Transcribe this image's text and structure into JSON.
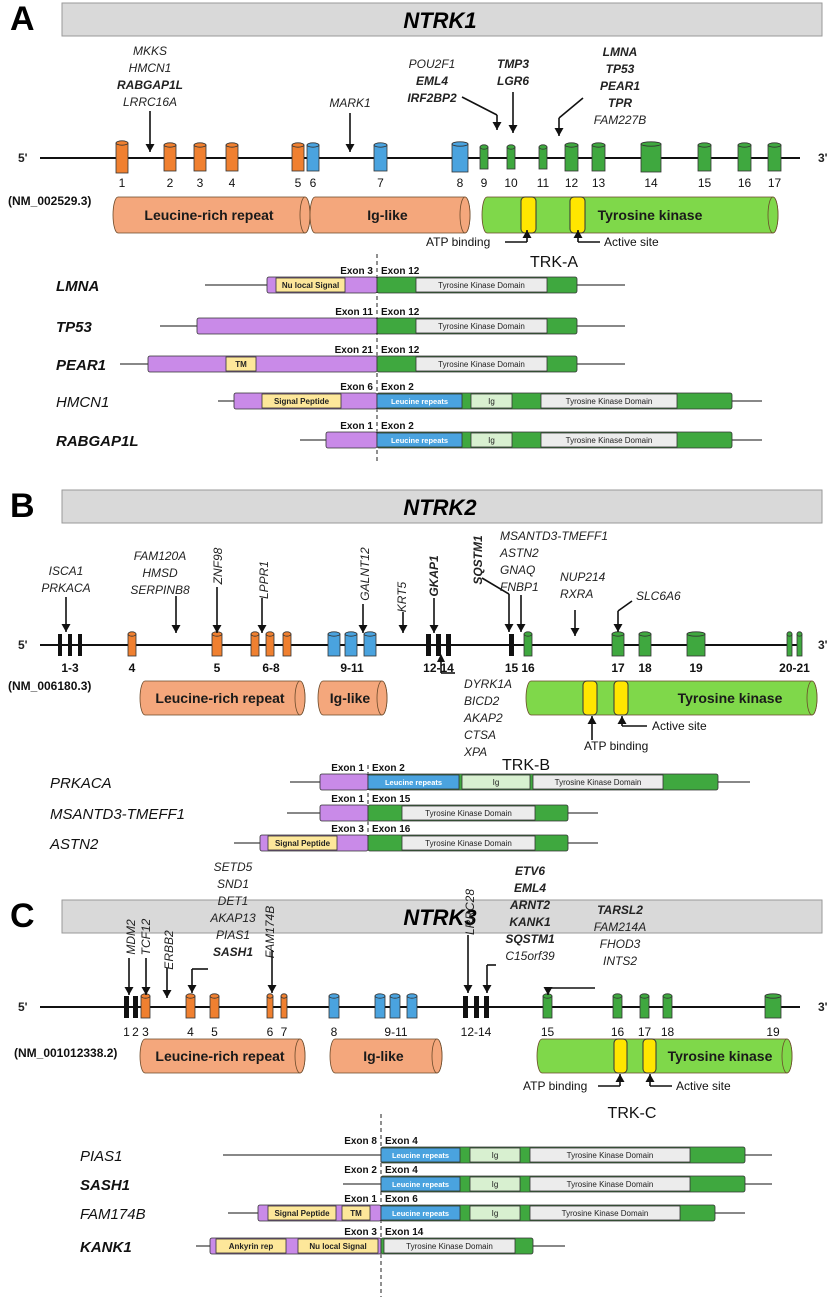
{
  "colors": {
    "lrr": "#f4a77c",
    "lrr_exon": "#f08030",
    "ig": "#4aa3df",
    "tk_light": "#7fd84a",
    "tk_dark": "#3fa83f",
    "partner": "#c98ae8",
    "pale_yellow": "#fde79a",
    "ig_box": "#d8f0d0",
    "kinase_box": "#ececec",
    "header": "#d9d9d9",
    "marker": "#ffe600"
  },
  "panels": [
    {
      "letter": "A",
      "gene": "NTRK1",
      "refseq": "(NM_002529.3)",
      "exons": [
        {
          "n": "1",
          "c": "o"
        },
        {
          "n": "2",
          "c": "o"
        },
        {
          "n": "3",
          "c": "o"
        },
        {
          "n": "4",
          "c": "o"
        },
        {
          "n": "5",
          "c": "o"
        },
        {
          "n": "6",
          "c": "b"
        },
        {
          "n": "7",
          "c": "b"
        },
        {
          "n": "8",
          "c": "b"
        },
        {
          "n": "9",
          "c": "g"
        },
        {
          "n": "10",
          "c": "g"
        },
        {
          "n": "11",
          "c": "g"
        },
        {
          "n": "12",
          "c": "g"
        },
        {
          "n": "13",
          "c": "g"
        },
        {
          "n": "14",
          "c": "g"
        },
        {
          "n": "15",
          "c": "g"
        },
        {
          "n": "16",
          "c": "g"
        },
        {
          "n": "17",
          "c": "g"
        }
      ],
      "partner_groups": [
        {
          "lines": [
            {
              "t": "MKKS",
              "b": false
            },
            {
              "t": "HMCN1",
              "b": false
            },
            {
              "t": "RABGAP1L",
              "b": true
            },
            {
              "t": "LRRC16A",
              "b": false
            }
          ]
        },
        {
          "lines": [
            {
              "t": "MARK1",
              "b": false
            }
          ]
        },
        {
          "lines": [
            {
              "t": "POU2F1",
              "b": false
            },
            {
              "t": "EML4",
              "b": true
            },
            {
              "t": "IRF2BP2",
              "b": true
            }
          ]
        },
        {
          "lines": [
            {
              "t": "TMP3",
              "b": true
            },
            {
              "t": "LGR6",
              "b": true
            }
          ]
        },
        {
          "lines": [
            {
              "t": "LMNA",
              "b": true
            },
            {
              "t": "TP53",
              "b": true
            },
            {
              "t": "PEAR1",
              "b": true
            },
            {
              "t": "TPR",
              "b": true
            },
            {
              "t": "FAM227B",
              "b": false
            }
          ]
        }
      ],
      "domains": {
        "lrr": "Leucine-rich repeat",
        "ig": "Ig-like",
        "tk": "Tyrosine kinase"
      },
      "markers": {
        "atp": "ATP binding",
        "active": "Active site"
      },
      "trk_label": "TRK-A",
      "fusions": [
        {
          "partner": "LMNA",
          "bold": true,
          "ex5": "Exon 3",
          "ex3": "Exon 12",
          "p5": [
            {
              "t": "Nu local Signal",
              "k": "y"
            }
          ],
          "p3": [
            {
              "t": "Tyrosine Kinase Domain",
              "k": "k"
            }
          ]
        },
        {
          "partner": "TP53",
          "bold": true,
          "ex5": "Exon 11",
          "ex3": "Exon 12",
          "p5": [],
          "p3": [
            {
              "t": "Tyrosine Kinase Domain",
              "k": "k"
            }
          ]
        },
        {
          "partner": "PEAR1",
          "bold": true,
          "ex5": "Exon 21",
          "ex3": "Exon 12",
          "p5": [
            {
              "t": "TM",
              "k": "y"
            }
          ],
          "p3": [
            {
              "t": "Tyrosine Kinase Domain",
              "k": "k"
            }
          ]
        },
        {
          "partner": "HMCN1",
          "bold": false,
          "ex5": "Exon 6",
          "ex3": "Exon 2",
          "p5": [
            {
              "t": "Signal Peptide",
              "k": "y"
            }
          ],
          "p3": [
            {
              "t": "Leucine repeats",
              "k": "b"
            },
            {
              "t": "Ig",
              "k": "i"
            },
            {
              "t": "Tyrosine Kinase Domain",
              "k": "k"
            }
          ]
        },
        {
          "partner": "RABGAP1L",
          "bold": true,
          "ex5": "Exon 1",
          "ex3": "Exon 2",
          "p5": [],
          "p3": [
            {
              "t": "Leucine repeats",
              "k": "b"
            },
            {
              "t": "Ig",
              "k": "i"
            },
            {
              "t": "Tyrosine Kinase Domain",
              "k": "k"
            }
          ]
        }
      ]
    },
    {
      "letter": "B",
      "gene": "NTRK2",
      "refseq": "(NM_006180.3)",
      "exons": [
        {
          "n": "1-3",
          "c": "k"
        },
        {
          "n": "4",
          "c": "o"
        },
        {
          "n": "5",
          "c": "o"
        },
        {
          "n": "6-8",
          "c": "o"
        },
        {
          "n": "9-11",
          "c": "b"
        },
        {
          "n": "12-14",
          "c": "k"
        },
        {
          "n": "15",
          "c": "k"
        },
        {
          "n": "16",
          "c": "g"
        },
        {
          "n": "17",
          "c": "g"
        },
        {
          "n": "18",
          "c": "g"
        },
        {
          "n": "19",
          "c": "g"
        },
        {
          "n": "20-21",
          "c": "g"
        }
      ],
      "partner_groups": [
        {
          "lines": [
            {
              "t": "ISCA1",
              "b": false
            },
            {
              "t": "PRKACA",
              "b": false
            }
          ]
        },
        {
          "lines": [
            {
              "t": "FAM120A",
              "b": false
            },
            {
              "t": "HMSD",
              "b": false
            },
            {
              "t": "SERPINB8",
              "b": false
            }
          ]
        },
        {
          "lines": [
            {
              "t": "ZNF98",
              "b": false
            }
          ]
        },
        {
          "lines": [
            {
              "t": "LPPR1",
              "b": false
            }
          ]
        },
        {
          "lines": [
            {
              "t": "GALNT12",
              "b": false
            }
          ]
        },
        {
          "lines": [
            {
              "t": "KRT5",
              "b": false
            }
          ]
        },
        {
          "lines": [
            {
              "t": "GKAP1",
              "b": true
            }
          ]
        },
        {
          "lines": [
            {
              "t": "SQSTM1",
              "b": true
            }
          ]
        },
        {
          "lines": [
            {
              "t": "MSANTD3-TMEFF1",
              "b": false
            },
            {
              "t": "ASTN2",
              "b": false
            },
            {
              "t": "GNAQ",
              "b": false
            },
            {
              "t": "FNBP1",
              "b": false
            }
          ]
        },
        {
          "lines": [
            {
              "t": "NUP214",
              "b": false
            },
            {
              "t": "RXRA",
              "b": false
            }
          ]
        },
        {
          "lines": [
            {
              "t": "SLC6A6",
              "b": false
            }
          ]
        },
        {
          "lines": [
            {
              "t": "DYRK1A",
              "b": false
            },
            {
              "t": "BICD2",
              "b": false
            },
            {
              "t": "AKAP2",
              "b": false
            },
            {
              "t": "CTSA",
              "b": false
            },
            {
              "t": "XPA",
              "b": false
            }
          ]
        }
      ],
      "domains": {
        "lrr": "Leucine-rich repeat",
        "ig": "Ig-like",
        "tk": "Tyrosine kinase"
      },
      "markers": {
        "atp": "ATP binding",
        "active": "Active site"
      },
      "trk_label": "TRK-B",
      "fusions": [
        {
          "partner": "PRKACA",
          "bold": false,
          "ex5": "Exon 1",
          "ex3": "Exon 2",
          "p5": [],
          "p3": [
            {
              "t": "Leucine repeats",
              "k": "b"
            },
            {
              "t": "Ig",
              "k": "i"
            },
            {
              "t": "Tyrosine Kinase Domain",
              "k": "k"
            }
          ]
        },
        {
          "partner": "MSANTD3-TMEFF1",
          "bold": false,
          "ex5": "Exon 1",
          "ex3": "Exon 15",
          "p5": [],
          "p3": [
            {
              "t": "Tyrosine Kinase Domain",
              "k": "k"
            }
          ]
        },
        {
          "partner": "ASTN2",
          "bold": false,
          "ex5": "Exon 3",
          "ex3": "Exon 16",
          "p5": [
            {
              "t": "Signal Peptide",
              "k": "y"
            }
          ],
          "p3": [
            {
              "t": "Tyrosine Kinase Domain",
              "k": "k"
            }
          ]
        }
      ]
    },
    {
      "letter": "C",
      "gene": "NTRK3",
      "refseq": "(NM_001012338.2)",
      "exons": [
        {
          "n": "1",
          "c": "k"
        },
        {
          "n": "2",
          "c": "k"
        },
        {
          "n": "3",
          "c": "o"
        },
        {
          "n": "4",
          "c": "o"
        },
        {
          "n": "5",
          "c": "o"
        },
        {
          "n": "6",
          "c": "o"
        },
        {
          "n": "7",
          "c": "o"
        },
        {
          "n": "8",
          "c": "b"
        },
        {
          "n": "9-11",
          "c": "b"
        },
        {
          "n": "12-14",
          "c": "k"
        },
        {
          "n": "15",
          "c": "g"
        },
        {
          "n": "16",
          "c": "g"
        },
        {
          "n": "17",
          "c": "g"
        },
        {
          "n": "18",
          "c": "g"
        },
        {
          "n": "19",
          "c": "g"
        }
      ],
      "partner_groups": [
        {
          "lines": [
            {
              "t": "MDM2",
              "b": false
            }
          ]
        },
        {
          "lines": [
            {
              "t": "TCF12",
              "b": false
            }
          ]
        },
        {
          "lines": [
            {
              "t": "ERBB2",
              "b": false
            }
          ]
        },
        {
          "lines": [
            {
              "t": "SETD5",
              "b": false
            },
            {
              "t": "SND1",
              "b": false
            },
            {
              "t": "DET1",
              "b": false
            },
            {
              "t": "AKAP13",
              "b": false
            },
            {
              "t": "PIAS1",
              "b": false
            },
            {
              "t": "SASH1",
              "b": true
            }
          ]
        },
        {
          "lines": [
            {
              "t": "FAM174B",
              "b": false
            }
          ]
        },
        {
          "lines": [
            {
              "t": "LRRC28",
              "b": false
            }
          ]
        },
        {
          "lines": [
            {
              "t": "ETV6",
              "b": true
            },
            {
              "t": "EML4",
              "b": true
            },
            {
              "t": "ARNT2",
              "b": true
            },
            {
              "t": "KANK1",
              "b": true
            },
            {
              "t": "SQSTM1",
              "b": true
            },
            {
              "t": "C15orf39",
              "b": false
            }
          ]
        },
        {
          "lines": [
            {
              "t": "TARSL2",
              "b": true
            },
            {
              "t": "FAM214A",
              "b": false
            },
            {
              "t": "FHOD3",
              "b": false
            },
            {
              "t": "INTS2",
              "b": false
            }
          ]
        }
      ],
      "domains": {
        "lrr": "Leucine-rich repeat",
        "ig": "Ig-like",
        "tk": "Tyrosine kinase"
      },
      "markers": {
        "atp": "ATP binding",
        "active": "Active site"
      },
      "trk_label": "TRK-C",
      "fusions": [
        {
          "partner": "PIAS1",
          "bold": false,
          "ex5": "Exon 8",
          "ex3": "Exon 4",
          "p5": [],
          "p3": [
            {
              "t": "Leucine repeats",
              "k": "b"
            },
            {
              "t": "Ig",
              "k": "i"
            },
            {
              "t": "Tyrosine Kinase Domain",
              "k": "k"
            }
          ]
        },
        {
          "partner": "SASH1",
          "bold": true,
          "ex5": "Exon 2",
          "ex3": "Exon 4",
          "p5": [],
          "p3": [
            {
              "t": "Leucine repeats",
              "k": "b"
            },
            {
              "t": "Ig",
              "k": "i"
            },
            {
              "t": "Tyrosine Kinase Domain",
              "k": "k"
            }
          ]
        },
        {
          "partner": "FAM174B",
          "bold": false,
          "ex5": "Exon 1",
          "ex3": "Exon 6",
          "p5": [
            {
              "t": "Signal Peptide",
              "k": "y"
            },
            {
              "t": "TM",
              "k": "y"
            }
          ],
          "p3": [
            {
              "t": "Leucine repeats",
              "k": "b"
            },
            {
              "t": "Ig",
              "k": "i"
            },
            {
              "t": "Tyrosine Kinase Domain",
              "k": "k"
            }
          ]
        },
        {
          "partner": "KANK1",
          "bold": true,
          "ex5": "Exon 3",
          "ex3": "Exon 14",
          "p5": [
            {
              "t": "Ankyrin rep",
              "k": "y"
            },
            {
              "t": "Nu local Signal",
              "k": "y"
            }
          ],
          "p3": [
            {
              "t": "Tyrosine Kinase Domain",
              "k": "k"
            }
          ]
        }
      ]
    }
  ]
}
